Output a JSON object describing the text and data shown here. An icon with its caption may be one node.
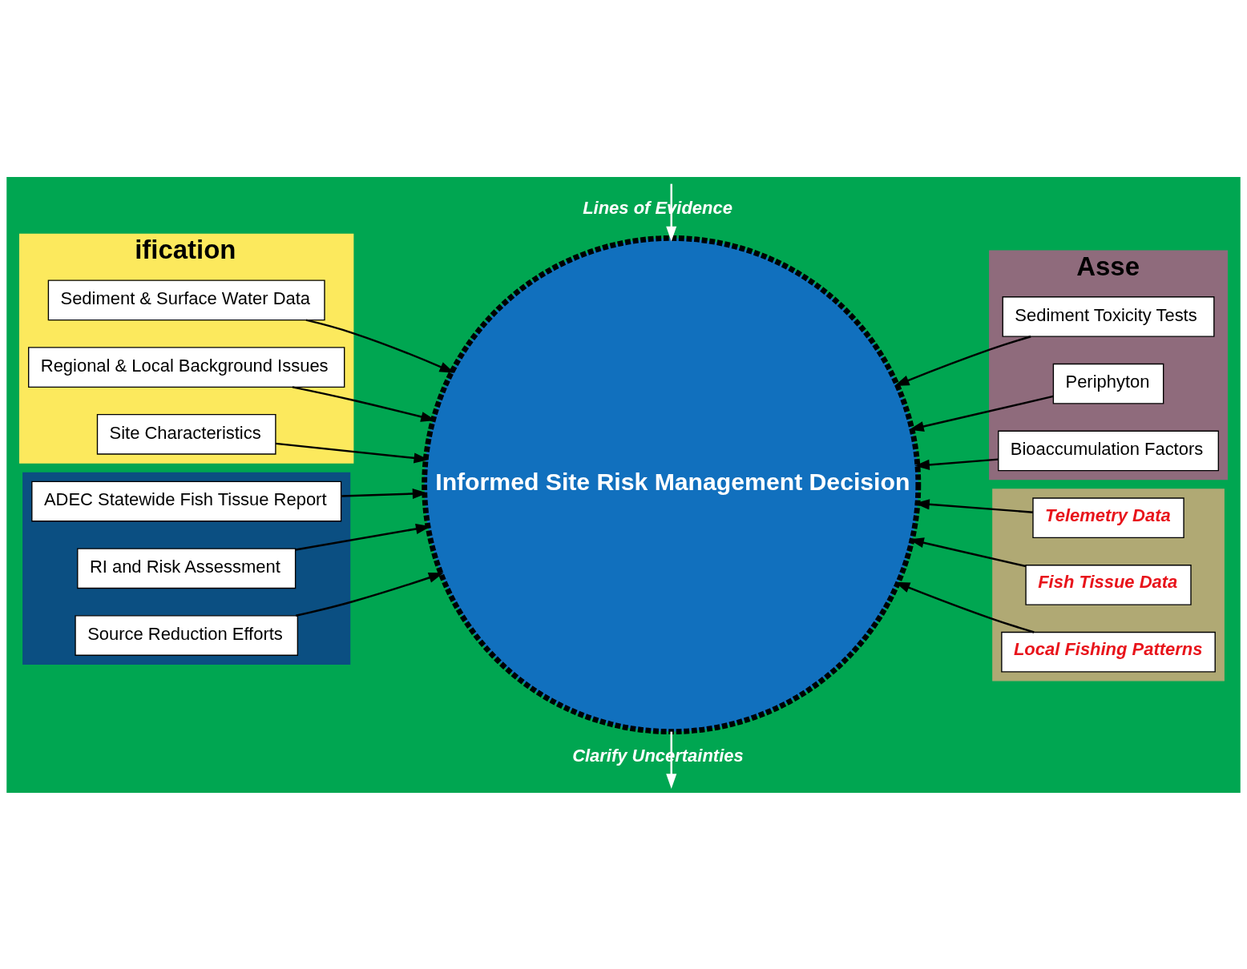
{
  "diagram": {
    "nodes": [
      {
        "text": [
          "ification"
        ]
      },
      {
        "text": [
          "Asse"
        ]
      },
      {
        "text": [],
        "shape": "box"
      },
      {
        "text": [],
        "shape": "box"
      },
      {
        "text": [
          "Informed Site Risk Management Decision"
        ]
      },
      {
        "text": [
          "Sediment & Surface Water Data"
        ],
        "in": 0
      },
      {
        "text": [
          "Regional & Local Background Issues"
        ],
        "in": 0
      },
      {
        "text": [
          "Site Characteristics"
        ],
        "in": 0
      },
      {
        "text": [
          "Sediment Toxicity Tests"
        ],
        "in": 1
      },
      {
        "text": [
          "Periphyton"
        ],
        "in": 1
      },
      {
        "text": [
          "Bioaccumulation Factors"
        ],
        "in": 1
      },
      {
        "text": [
          "Telemetry Data"
        ],
        "in": 2
      },
      {
        "text": [
          "Fish Tissue Data"
        ],
        "in": 2
      },
      {
        "text": [
          "Local Fishing Patterns"
        ],
        "in": 2
      },
      {
        "text": [
          "ADEC Statewide Fish Tissue Report"
        ],
        "in": 3
      },
      {
        "text": [
          "RI and Risk Assessment"
        ],
        "in": 3
      },
      {
        "text": [
          "Source Reduction Efforts"
        ],
        "in": 3
      }
    ],
    "edges": [
      {
        "from": 5,
        "to": 4,
        "arrow": "to"
      },
      {
        "from": 8,
        "to": 4,
        "arrow": "to"
      },
      {
        "from": 9,
        "to": 4,
        "arrow": "to"
      },
      {
        "from": 10,
        "to": 4,
        "arrow": "to"
      },
      {
        "from": 11,
        "to": 4,
        "arrow": "to"
      },
      {
        "from": 12,
        "to": 4,
        "arrow": "to"
      },
      {
        "from": 13,
        "to": 4,
        "arrow": "to"
      },
      {
        "from": 14,
        "to": 4,
        "arrow": "to"
      },
      {
        "from": 15,
        "to": 4,
        "arrow": "to"
      },
      {
        "from": 16,
        "to": 4,
        "arrow": "to"
      },
      {
        "from": 7,
        "to": 4,
        "arrow": "to"
      },
      {
        "from": 6,
        "to": 4,
        "arrow": "to"
      },
      {
        "from": null,
        "to": 4,
        "arrow": "to",
        "label": "Lines of Evidence",
        "color": "#ffffff"
      },
      {
        "from": 4,
        "to": null,
        "arrow": "to",
        "label": "Clarify Uncertainties",
        "color": "#ffffff"
      }
    ]
  }
}
